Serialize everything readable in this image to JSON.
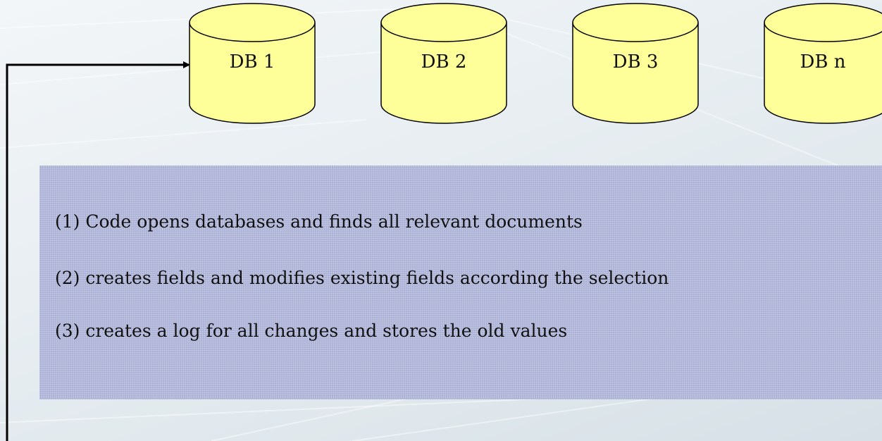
{
  "databases": [
    {
      "label": "DB 1"
    },
    {
      "label": "DB 2"
    },
    {
      "label": "DB 3"
    },
    {
      "label": "DB n"
    }
  ],
  "steps": [
    "(1)  Code opens databases and finds all relevant documents",
    "(2) creates fields and modifies existing fields according the selection",
    "(3) creates a log for all changes and stores the old values"
  ],
  "colors": {
    "cylinder_fill": "#ffff99",
    "cylinder_stroke": "#000000",
    "panel": "#aab0d6",
    "connector": "#000000"
  }
}
